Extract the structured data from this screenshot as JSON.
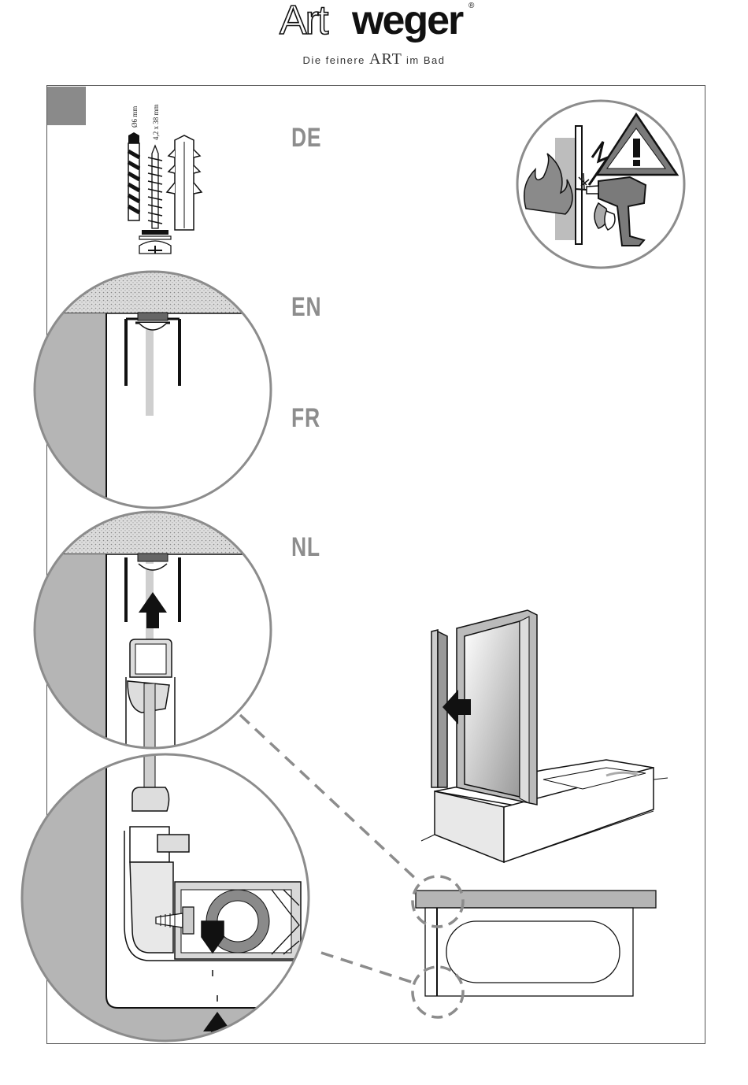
{
  "brand": {
    "name_part1": "Art",
    "name_part2": "weger",
    "registered": "®",
    "tagline_before": "Die feinere",
    "tagline_art": "ART",
    "tagline_after": "im Bad"
  },
  "page_number": "",
  "hardware": {
    "drill_label": "Ø6 mm",
    "screw_label": "4,2 x 38 mm"
  },
  "languages": [
    "DE",
    "EN",
    "FR",
    "NL"
  ],
  "warning_icon": "warning-triangle-icon",
  "colors": {
    "panel_grey": "#8a8a8a",
    "language_grey": "#8d8d8d",
    "circle_outline": "#8c8c8c",
    "dashed_line": "#8c8c8c"
  }
}
